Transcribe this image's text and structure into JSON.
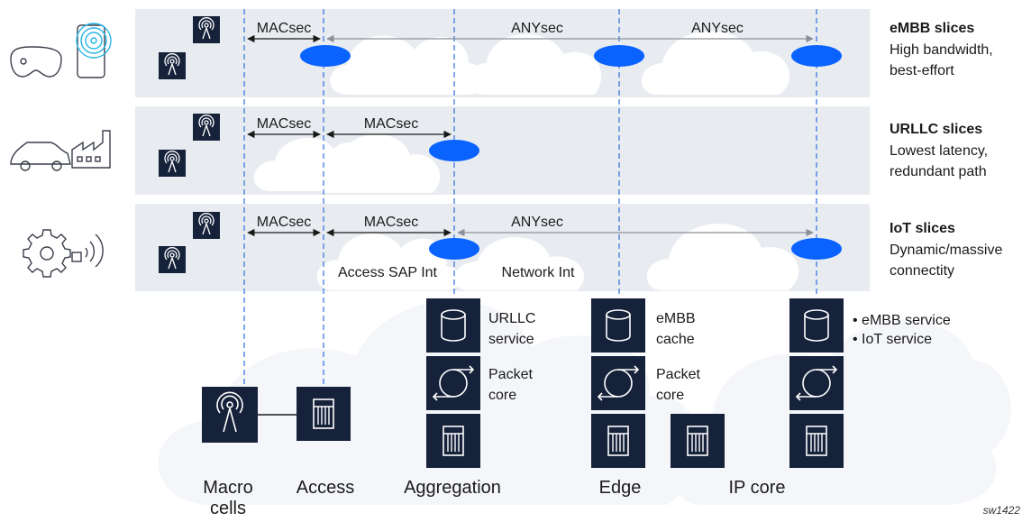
{
  "rows": [
    {
      "slice_title": "eMBB slices",
      "desc_line1": "High bandwidth,",
      "desc_line2": "best-effort",
      "link_labels": [
        "MACsec",
        "ANYsec",
        "ANYsec"
      ]
    },
    {
      "slice_title": "URLLC slices",
      "desc_line1": "Lowest latency,",
      "desc_line2": "redundant path",
      "link_labels": [
        "MACsec",
        "MACsec"
      ]
    },
    {
      "slice_title": "IoT slices",
      "desc_line1": "Dynamic/massive",
      "desc_line2": "connectity",
      "link_labels": [
        "MACsec",
        "MACsec",
        "ANYsec"
      ],
      "interface_labels": [
        "Access SAP Int",
        "Network Int"
      ]
    }
  ],
  "services": {
    "aggregation": {
      "service_line1": "URLLC",
      "service_line2": "service",
      "core_line1": "Packet",
      "core_line2": "core"
    },
    "edge": {
      "service_line1": "eMBB",
      "service_line2": "cache",
      "core_line1": "Packet",
      "core_line2": "core"
    },
    "ip_core": {
      "bullet1": "• eMBB service",
      "bullet2": "• IoT service"
    }
  },
  "bottom_labels": {
    "macro_line1": "Macro",
    "macro_line2": "cells",
    "access": "Access",
    "aggregation": "Aggregation",
    "edge": "Edge",
    "ip_core": "IP core"
  },
  "figure_id": "sw1422",
  "colors": {
    "band": "#e8ecf1",
    "cloud": "#f4f6f9",
    "node": "#0a63ff",
    "tile": "#16213a",
    "dashed_line": "#2f6fe0"
  }
}
